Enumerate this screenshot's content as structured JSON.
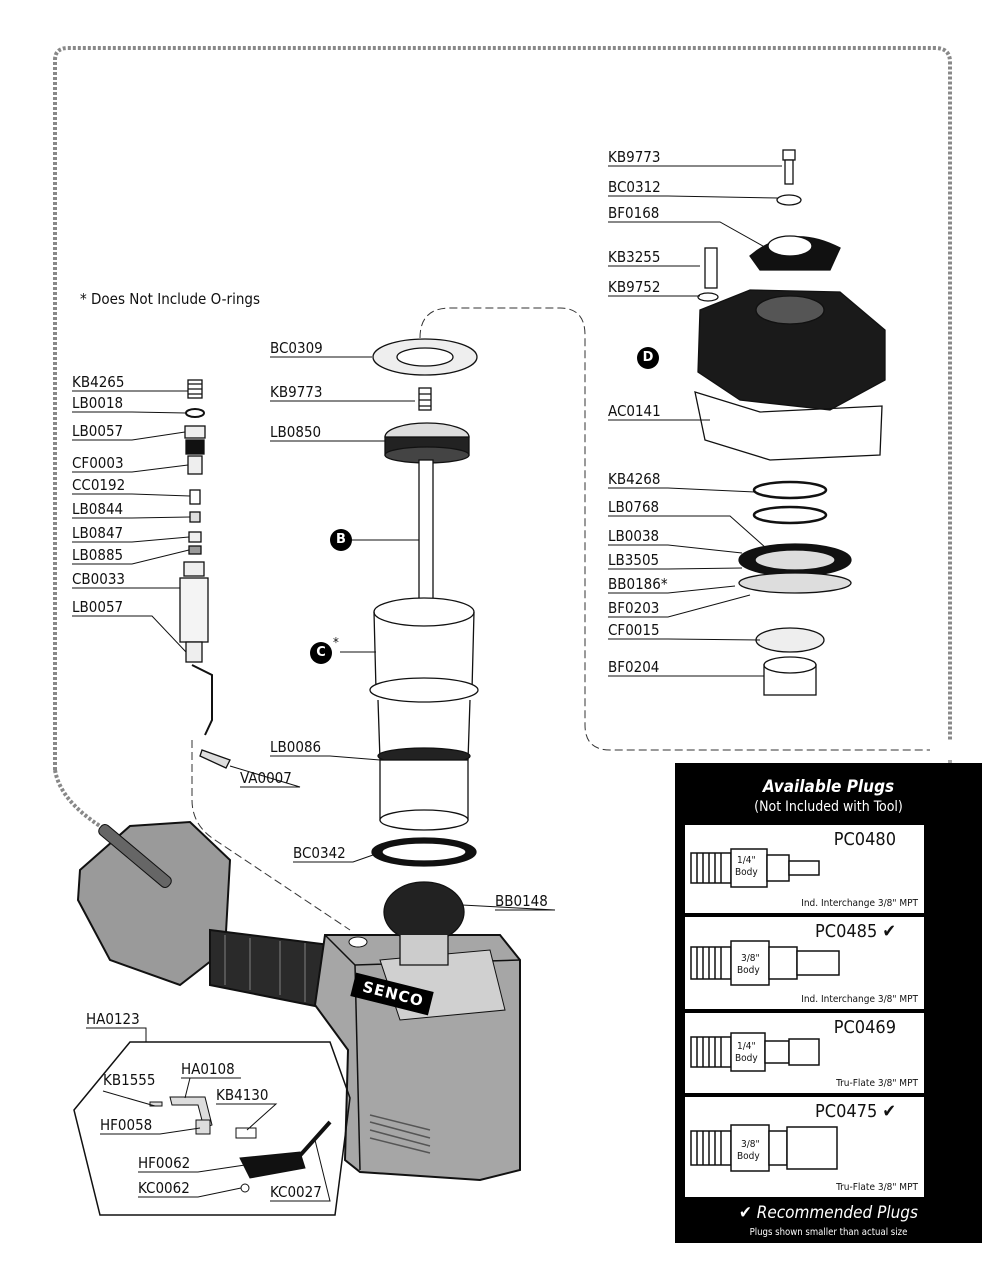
{
  "note": "* Does Not Include O-rings",
  "brand": "SENCO",
  "labels": {
    "kb9773_top": "KB9773",
    "bc0312": "BC0312",
    "bf0168": "BF0168",
    "kb3255": "KB3255",
    "kb9752": "KB9752",
    "ac0141": "AC0141",
    "kb4268": "KB4268",
    "lb0768": "LB0768",
    "lb0038": "LB0038",
    "lb3505": "LB3505",
    "bb0186": "BB0186*",
    "bf0203": "BF0203",
    "cf0015": "CF0015",
    "bf0204": "BF0204",
    "bc0309": "BC0309",
    "kb9773_mid": "KB9773",
    "lb0850": "LB0850",
    "lb0086": "LB0086",
    "bc0342": "BC0342",
    "bb0148": "BB0148",
    "kb4265": "KB4265",
    "lb0018": "LB0018",
    "lb0057_a": "LB0057",
    "cf0003": "CF0003",
    "cc0192": "CC0192",
    "lb0844": "LB0844",
    "lb0847": "LB0847",
    "lb0885": "LB0885",
    "cb0033": "CB0033",
    "lb0057_b": "LB0057",
    "va0007": "VA0007",
    "ha0123": "HA0123",
    "kb1555": "KB1555",
    "ha0108": "HA0108",
    "kb4130": "KB4130",
    "hf0058": "HF0058",
    "hf0062": "HF0062",
    "kc0062": "KC0062",
    "kc0027": "KC0027"
  },
  "markers": {
    "b": "B",
    "c": "C",
    "c_star": "*",
    "d": "D"
  },
  "plugs_panel": {
    "title": "Available Plugs",
    "subtitle": "(Not Included with Tool)",
    "items": [
      {
        "code": "PC0480",
        "body": "1/4\"",
        "body_word": "Body",
        "type": "Ind. Interchange 3/8\" MPT",
        "recommended": false
      },
      {
        "code": "PC0485 ✔",
        "body": "3/8\"",
        "body_word": "Body",
        "type": "Ind. Interchange 3/8\" MPT",
        "recommended": true
      },
      {
        "code": "PC0469",
        "body": "1/4\"",
        "body_word": "Body",
        "type": "Tru-Flate 3/8\" MPT",
        "recommended": false
      },
      {
        "code": "PC0475 ✔",
        "body": "3/8\"",
        "body_word": "Body",
        "type": "Tru-Flate 3/8\" MPT",
        "recommended": true
      }
    ],
    "footer": "✔ Recommended Plugs",
    "footer_small": "Plugs shown smaller than actual size"
  }
}
